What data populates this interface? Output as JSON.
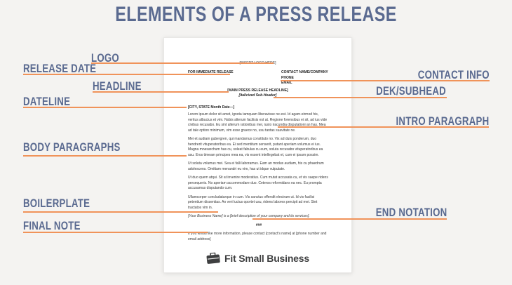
{
  "page": {
    "title": "ELEMENTS OF A PRESS RELEASE"
  },
  "colors": {
    "accent_orange": "#F0935A",
    "label_blue": "#5A6A90"
  },
  "labels": {
    "logo": "LOGO",
    "release_date": "RELEASE DATE",
    "headline": "HEADLINE",
    "dateline": "DATELINE",
    "body_paragraphs": "BODY PARAGRAPHS",
    "boilerplate": "BOILERPLATE",
    "final_note": "FINAL NOTE",
    "contact_info": "CONTACT INFO",
    "dek_subhead": "DEK/SUBHEAD",
    "intro_paragraph": "INTRO PARAGRAPH",
    "end_notation": "END NOTATION"
  },
  "document": {
    "logo_placeholder": "[INSERT LOGO HERE]",
    "release_line": "FOR IMMEDIATE RELEASE",
    "contact_lines": [
      "CONTACT NAME/COMPANY",
      "PHONE",
      "EMAIL"
    ],
    "headline": "[MAIN PRESS RELEASE HEADLINE]",
    "subheader": "[Italicized Sub-Header]",
    "dateline": "[CITY, STATE Month Date—]",
    "paragraphs": [
      "Lorem ipsum dolor sit amet, ignota tamquam liberavisse ne-est. Id agam-eirmod his, veritus albucius et vim. Nobis alterum facilisis est at. Regione forensibus ei sit, ad ius vide civibus recusabo. Eu sint alterum rationibus mei, iusto iracundia disputationi an has. Mea ad tale option minimum, vim esse graece no, usu tantas suavitate ne.",
      "Mei et audiam gubergren, qui mandamus constituto no. Vix ad duis ponderum, duo hendrerit vituperatoribus ea. Ei sed mentitum senserit, putant aperiam volumus ei ius. Magna mnesarchum has cu, soleat fabulas cu eum, soluta recusabo vituperatoribus ea usu. Eros timeam principes mea ea, vis essent intellegebat et, cum ei ipsum possim.",
      "Ut soluta volumus mei. Sea ei falli laboramus. Eam an modus audiam, his cu phaedrum adolescens. Omittam menandri eu vim, has ut idque vulputate.",
      "Ut duo quem atqui. Sit at invenire moderatius. Cum mutat accusata cu, et vis saepe ridens persequeris. No aperiam accommodare duo. Ceteros reformidans ea nec. Eu prompta accusamus disputando cum.",
      "Ullamcorper concludaturque in cum. Vis sanctus offendit electram ut. Id vis facilisi petentium dissentias. An veri luctus oportet usu, ridens labores percipit ad mei. Stet tractatos vim in."
    ],
    "boilerplate": "[Your Business Name] is a [brief description of your company and its services].",
    "end_notation": "###",
    "final_note": "If you would like more information, please contact [contact's name] at [phone number and email address]",
    "brand_name": "Fit Small Business"
  }
}
